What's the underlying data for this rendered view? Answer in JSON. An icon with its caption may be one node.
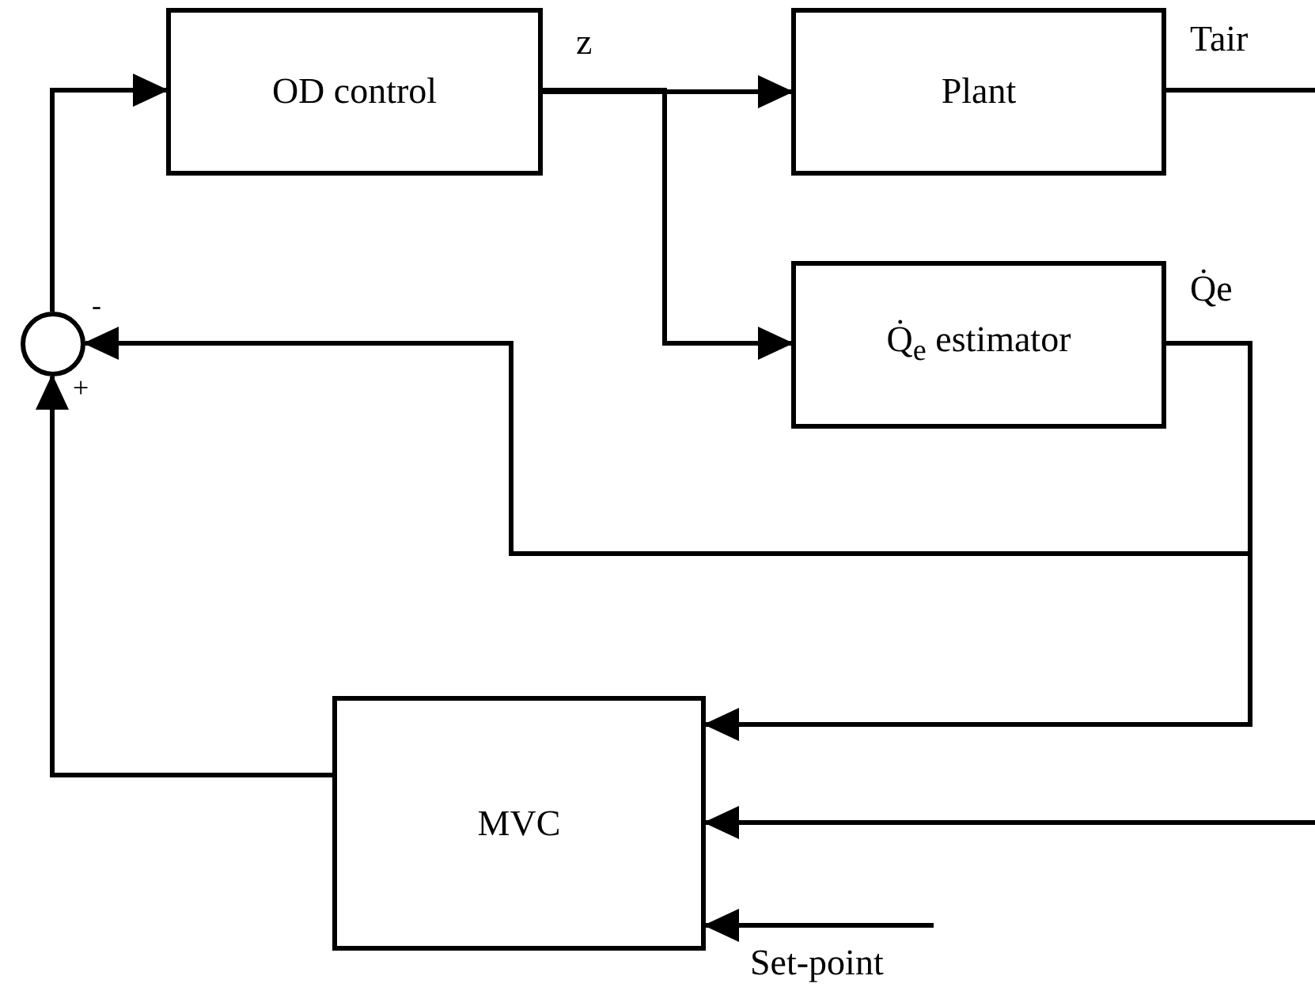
{
  "diagram": {
    "nodes": [
      {
        "text": [
          "OD control"
        ]
      },
      {
        "text": [
          "Plant"
        ]
      },
      {
        "text": [
          "Q̇$_{e}$ estimator"
        ]
      },
      {
        "text": [],
        "shape": "circle"
      },
      {
        "text": [
          "MVC"
        ]
      }
    ],
    "edges": [
      {
        "from": 0,
        "to": 1,
        "arrow": "to",
        "label": "z"
      },
      {
        "from": 0,
        "to": 2,
        "arrow": "to"
      },
      {
        "from": 1,
        "to": null,
        "arrow": "none",
        "label": "Tair"
      },
      {
        "from": 2,
        "to": 3,
        "arrow": "to",
        "label": "Q̇e"
      },
      {
        "from": 2,
        "to": 4,
        "arrow": "to"
      },
      {
        "from": null,
        "to": 4,
        "arrow": "to"
      },
      {
        "from": null,
        "to": 4,
        "arrow": "to",
        "label": "Set-point"
      },
      {
        "from": 4,
        "to": 3,
        "arrow": "to"
      },
      {
        "from": 3,
        "to": 0,
        "arrow": "to"
      }
    ],
    "labels": [
      "-",
      "+"
    ]
  }
}
